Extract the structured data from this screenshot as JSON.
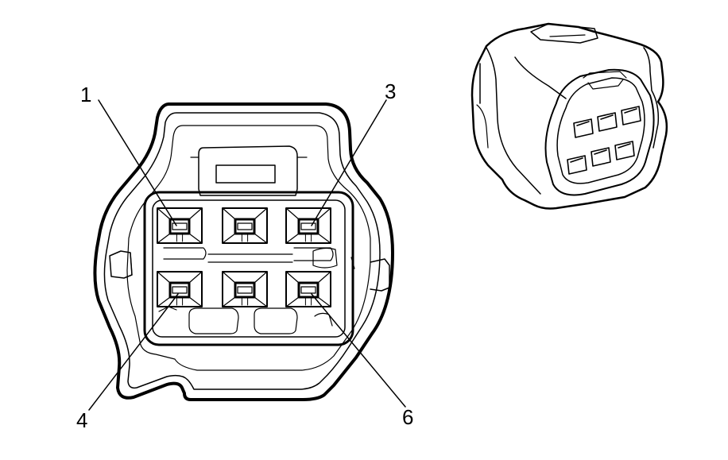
{
  "diagram": {
    "pin_labels": {
      "pin1": "1",
      "pin3": "3",
      "pin4": "4",
      "pin6": "6"
    },
    "colors": {
      "ink": "#000000",
      "paper": "#ffffff"
    },
    "connector": {
      "view": "front",
      "pin_count": 6,
      "rows": 2,
      "columns": 3
    },
    "illustration": {
      "view": "isometric",
      "pin_count": 6
    }
  }
}
